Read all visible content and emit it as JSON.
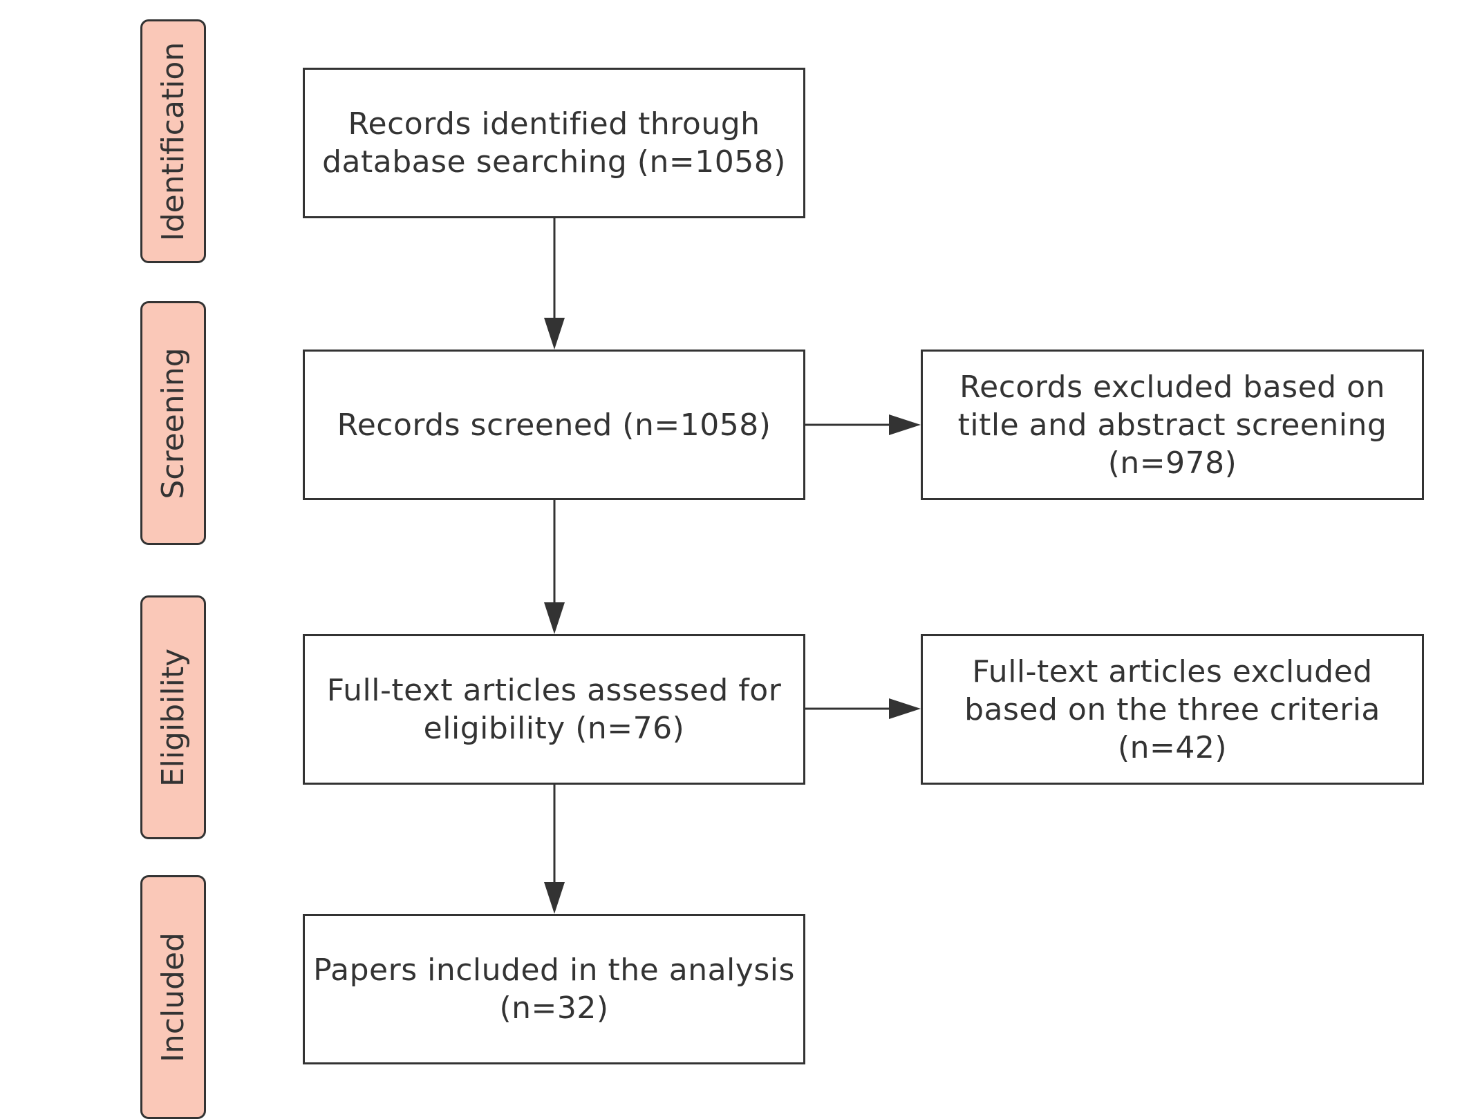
{
  "stages": {
    "identification": "Identification",
    "screening": "Screening",
    "eligibility": "Eligibility",
    "included": "Included"
  },
  "boxes": {
    "identified": [
      "Records identified through",
      "database searching (n=1058)"
    ],
    "screened": [
      "Records screened (n=1058)"
    ],
    "excluded_screening": [
      "Records excluded based on",
      "title and abstract screening",
      "(n=978)"
    ],
    "assessed": [
      "Full-text articles assessed for",
      "eligibility (n=76)"
    ],
    "excluded_criteria": [
      "Full-text articles excluded",
      "based on the three criteria",
      "(n=42)"
    ],
    "included": [
      "Papers included in the analysis",
      "(n=32)"
    ]
  },
  "colors": {
    "stage_fill": "#fac8b8",
    "stroke": "#333333",
    "box_fill": "#ffffff"
  }
}
